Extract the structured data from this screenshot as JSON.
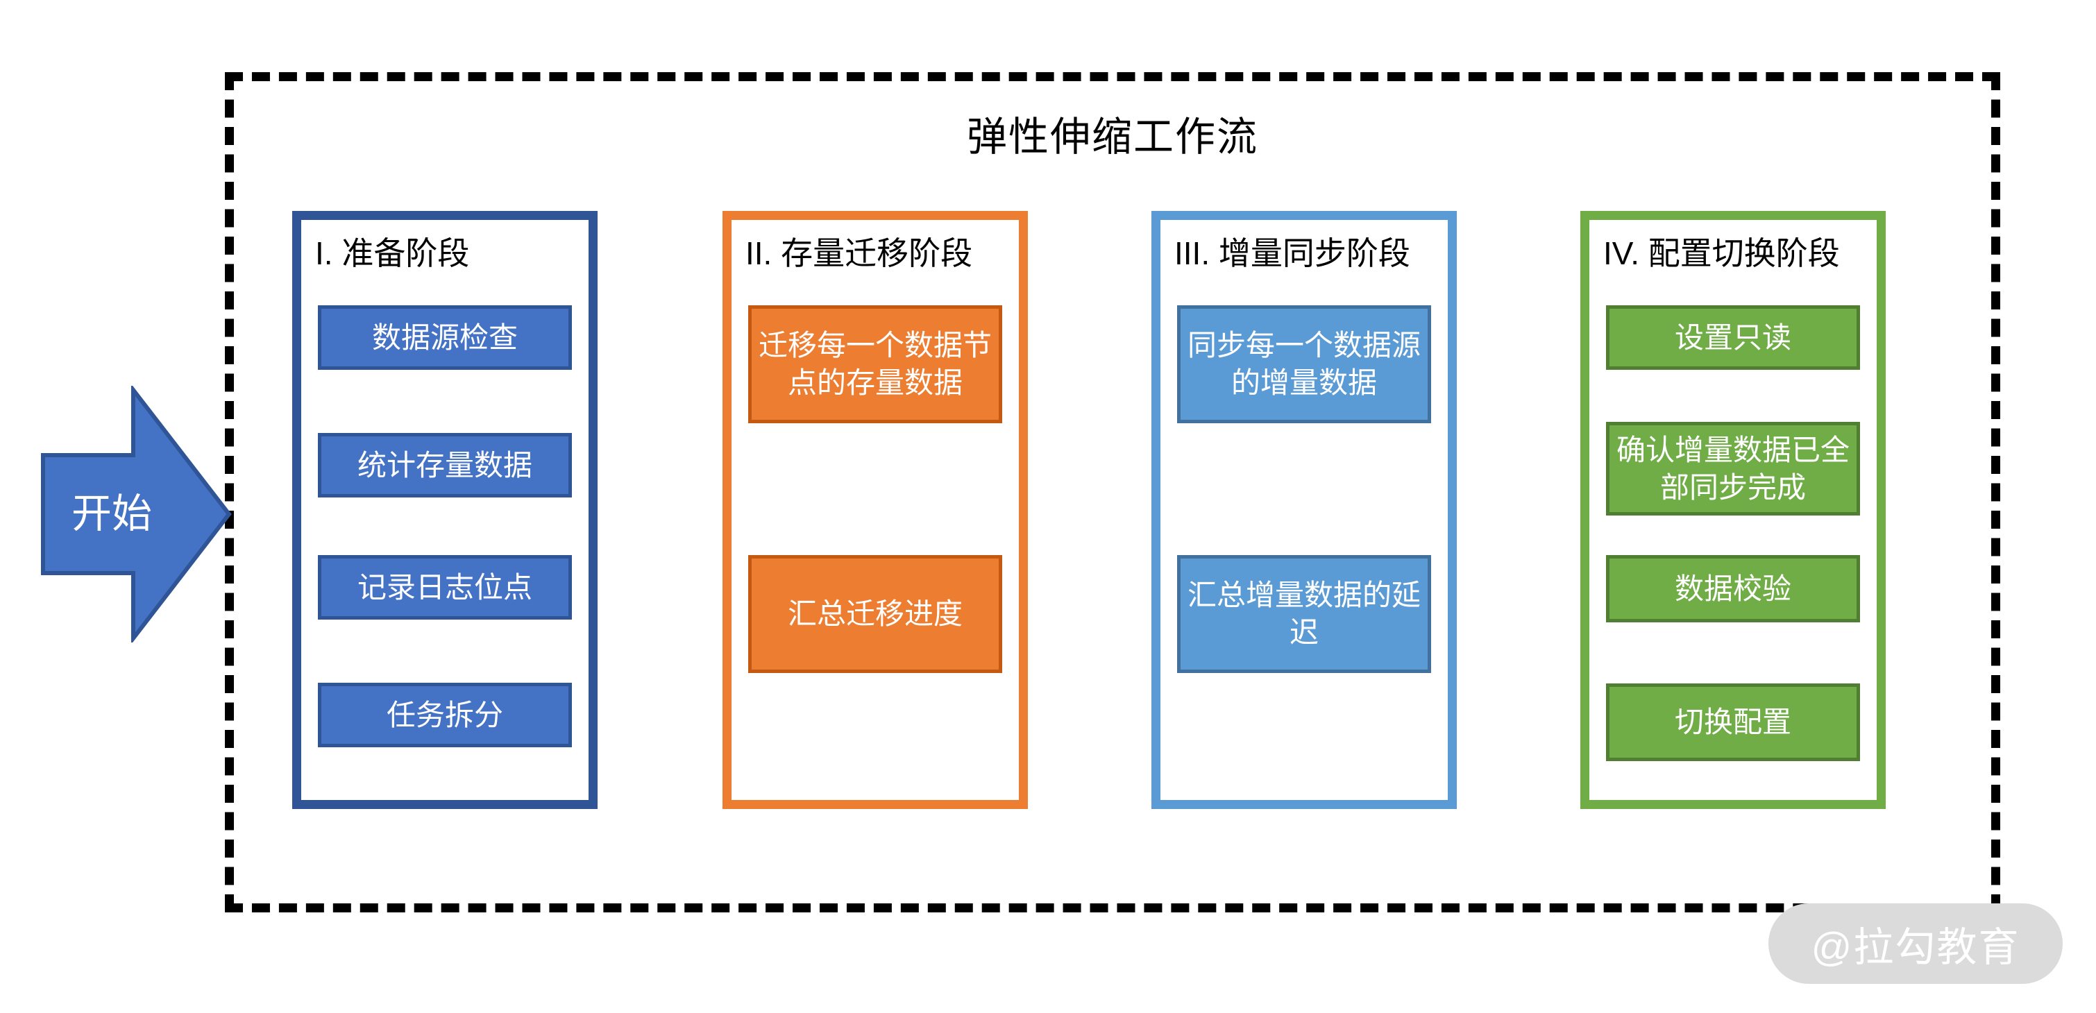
{
  "diagram": {
    "title": "弹性伸缩工作流",
    "start": {
      "label": "开始"
    },
    "watermark": {
      "label": "@拉勾教育"
    },
    "colors": {
      "accent-blue": "#4472C4",
      "accent-blue-dark": "#2F5597",
      "accent-orange": "#ED7D31",
      "accent-orange-dark": "#C45911",
      "accent-lightblue": "#5B9BD5",
      "accent-lightblue-dark": "#41719C",
      "accent-green": "#70AD47",
      "accent-green-dark": "#507E32",
      "frame-border": "#000000",
      "watermark-bg": "#DBDBDB",
      "watermark-text": "#FFFFFF"
    },
    "phases": [
      {
        "label": "I. 准备阶段",
        "steps": [
          "数据源检查",
          "统计存量数据",
          "记录日志位点",
          "任务拆分"
        ]
      },
      {
        "label": "II. 存量迁移阶段",
        "steps": [
          "迁移每一个数据节点的存量数据",
          "汇总迁移进度"
        ]
      },
      {
        "label": "III. 增量同步阶段",
        "steps": [
          "同步每一个数据源的增量数据",
          "汇总增量数据的延迟"
        ]
      },
      {
        "label": "IV. 配置切换阶段",
        "steps": [
          "设置只读",
          "确认增量数据已全部同步完成",
          "数据校验",
          "切换配置"
        ]
      }
    ]
  }
}
